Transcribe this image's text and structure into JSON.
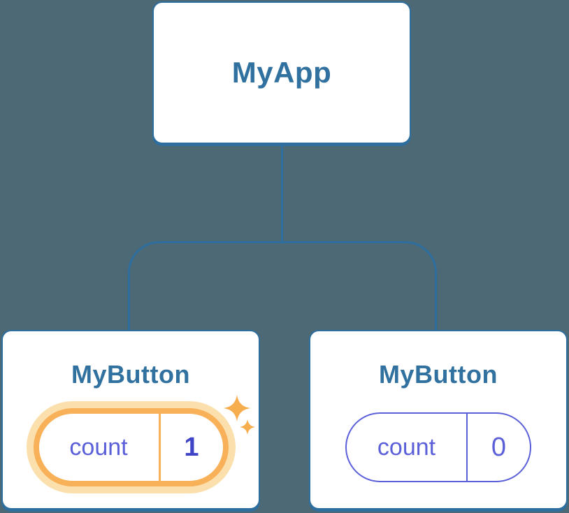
{
  "diagram": {
    "root_node": {
      "title": "MyApp"
    },
    "child_nodes": [
      {
        "title": "MyButton",
        "state_label": "count",
        "state_value": "1",
        "highlighted": true
      },
      {
        "title": "MyButton",
        "state_label": "count",
        "state_value": "0",
        "highlighted": false
      }
    ]
  },
  "colors": {
    "background": "#4d6975",
    "connector": "#2e6e9e",
    "node_title": "#30719f",
    "state_indigo": "#5b60d9",
    "state_value_strong": "#4044c6",
    "highlight_orange": "#f8b159",
    "highlight_glow": "#fbe0ae",
    "sparkle": "#f5ad4d"
  }
}
